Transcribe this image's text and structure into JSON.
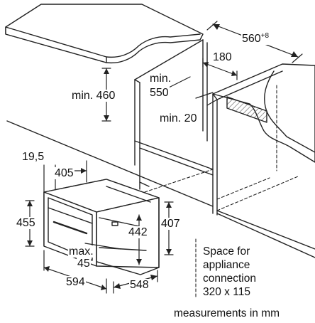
{
  "colors": {
    "line": "#222222",
    "fill": "#ffffff",
    "hatch": "#555555"
  },
  "labels": {
    "width_niche": "560",
    "width_niche_tol": "+8",
    "depth_180": "180",
    "min_height": "min. 460",
    "min_depth_1": "min.",
    "min_depth_2": "550",
    "min_gap": "min. 20",
    "side_offset": "19,5",
    "front_width": "405",
    "front_height": "455",
    "door_height": "442",
    "body_height": "407",
    "handle_1": "max.",
    "handle_2": "45",
    "oven_width": "594",
    "oven_depth": "548",
    "connection_1": "Space for",
    "connection_2": "appliance",
    "connection_3": "connection",
    "connection_4": "320 x 115",
    "units": "measurements in mm"
  }
}
